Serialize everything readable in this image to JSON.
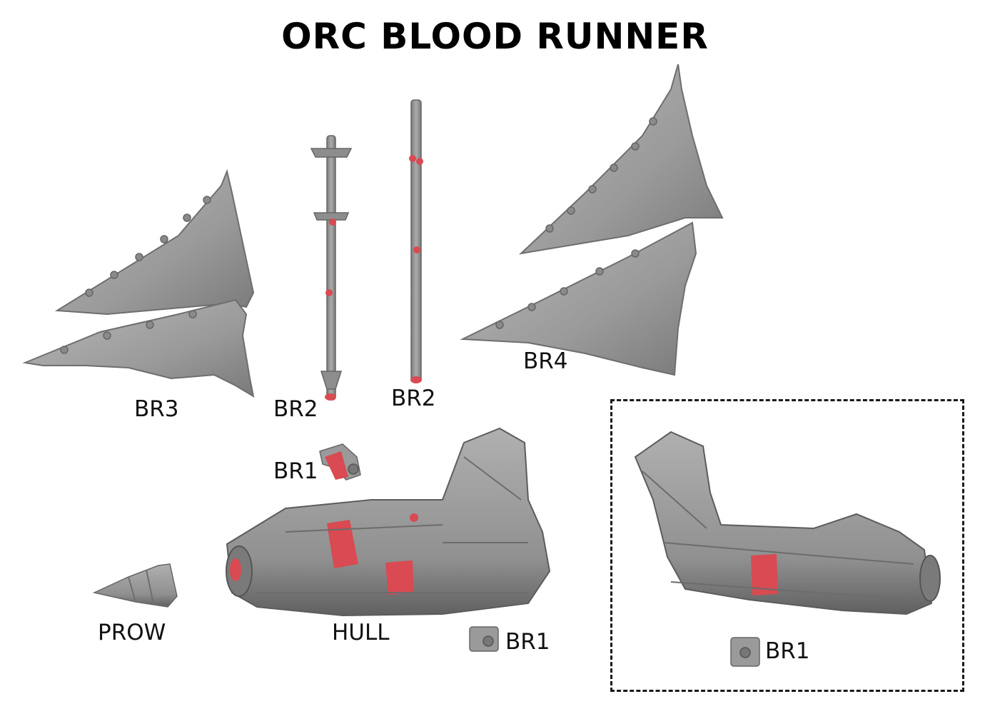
{
  "title": "ORC BLOOD RUNNER",
  "labels": {
    "br3": "BR3",
    "br2_left": "BR2",
    "br2_right": "BR2",
    "br4": "BR4",
    "br1_top": "BR1",
    "prow": "PROW",
    "hull": "HULL",
    "br1_bottom": "BR1",
    "br1_box": "BR1"
  },
  "colors": {
    "part_gray": "#9c9c9c",
    "part_shadow": "#6f6f6f",
    "highlight_red": "#d94a52",
    "text": "#111111"
  }
}
